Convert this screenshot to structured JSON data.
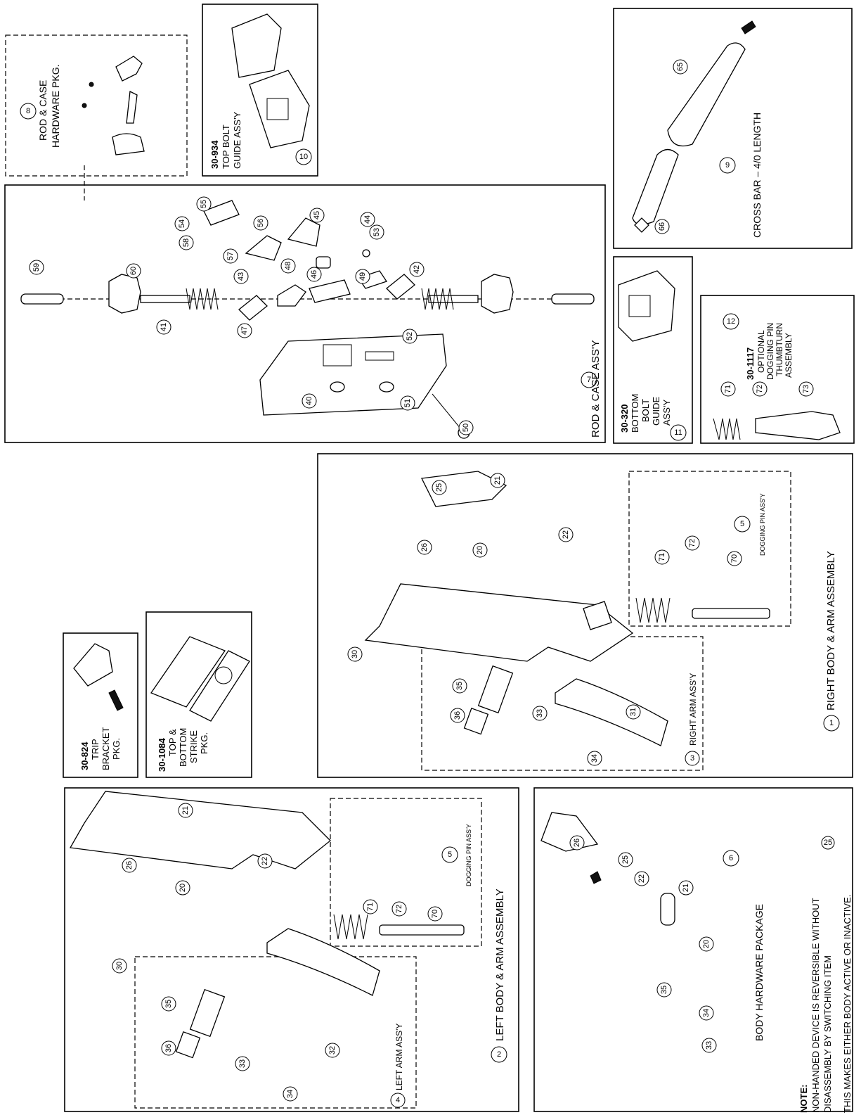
{
  "panels": {
    "rod_case_hw_pkg": {
      "num": "8",
      "line1": "ROD & CASE",
      "line2": "HARDWARE PKG."
    },
    "top_bolt_guide": {
      "num": "10",
      "code": "30-934",
      "line1": "TOP BOLT",
      "line2": "GUIDE ASS'Y"
    },
    "cross_bar": {
      "num": "9",
      "title": "CROSS BAR – 4/0 LENGTH"
    },
    "rod_case_assy": {
      "num": "7",
      "title": "ROD & CASE ASS'Y"
    },
    "bottom_bolt_guide": {
      "num": "11",
      "code": "30-320",
      "line1": "BOTTOM",
      "line2": "BOLT",
      "line3": "GUIDE",
      "line4": "ASS'Y"
    },
    "dogging_thumbturn": {
      "num": "12",
      "code": "30-1117",
      "line1": "OPTIONAL",
      "line2": "DOGGING PIN",
      "line3": "THUMBTURN",
      "line4": "ASSEMBLY"
    },
    "right_body_arm": {
      "num": "1",
      "title": "RIGHT BODY & ARM ASSEMBLY"
    },
    "right_dogging_pin": {
      "num": "5",
      "title": "DOGGING PIN ASS'Y"
    },
    "right_arm": {
      "num": "3",
      "title": "RIGHT ARM ASS'Y"
    },
    "trip_bracket": {
      "code": "30-824",
      "line1": "TRIP",
      "line2": "BRACKET",
      "line3": "PKG."
    },
    "strike_pkg": {
      "code": "30-1084",
      "line1": "TOP &",
      "line2": "BOTTOM",
      "line3": "STRIKE",
      "line4": "PKG."
    },
    "left_body_arm": {
      "num": "2",
      "title": "LEFT BODY & ARM ASSEMBLY"
    },
    "left_dogging_pin": {
      "num": "5",
      "title": "DOGGING PIN ASS'Y"
    },
    "left_arm": {
      "num": "4",
      "title": "LEFT ARM ASS'Y"
    },
    "body_hw_pkg": {
      "num": "6",
      "title": "BODY HARDWARE PACKAGE"
    }
  },
  "note": {
    "heading": "NOTE:",
    "line1": "NON-HANDED DEVICE IS REVERSIBLE WITHOUT",
    "line2": "DISASSEMBLY BY SWITCHING ITEM",
    "line2_item": "25",
    "line3": "THIS MAKES EITHER BODY ACTIVE OR INACTIVE."
  },
  "callouts": {
    "rod_case_hw_pkg": [
      "54",
      "55",
      "56",
      "57",
      "58"
    ],
    "top_bolt_guide": [],
    "cross_bar": [
      "65",
      "66"
    ],
    "rod_case_assy": [
      "59",
      "60",
      "41",
      "43",
      "48",
      "42",
      "52",
      "47",
      "46",
      "49",
      "44",
      "53",
      "45",
      "56",
      "57",
      "58",
      "54",
      "55",
      "40",
      "51",
      "50"
    ],
    "dogging_thumbturn": [
      "71",
      "72",
      "73"
    ],
    "right_body_arm": [
      "25",
      "21",
      "22",
      "26",
      "20",
      "30",
      "35",
      "36",
      "33",
      "31",
      "34",
      "71",
      "72",
      "70"
    ],
    "left_body_arm": [
      "21",
      "26",
      "22",
      "20",
      "30",
      "35",
      "36",
      "33",
      "32",
      "34",
      "71",
      "72",
      "70"
    ],
    "body_hw_pkg": [
      "26",
      "25",
      "22",
      "21",
      "20",
      "35",
      "34",
      "33"
    ]
  }
}
